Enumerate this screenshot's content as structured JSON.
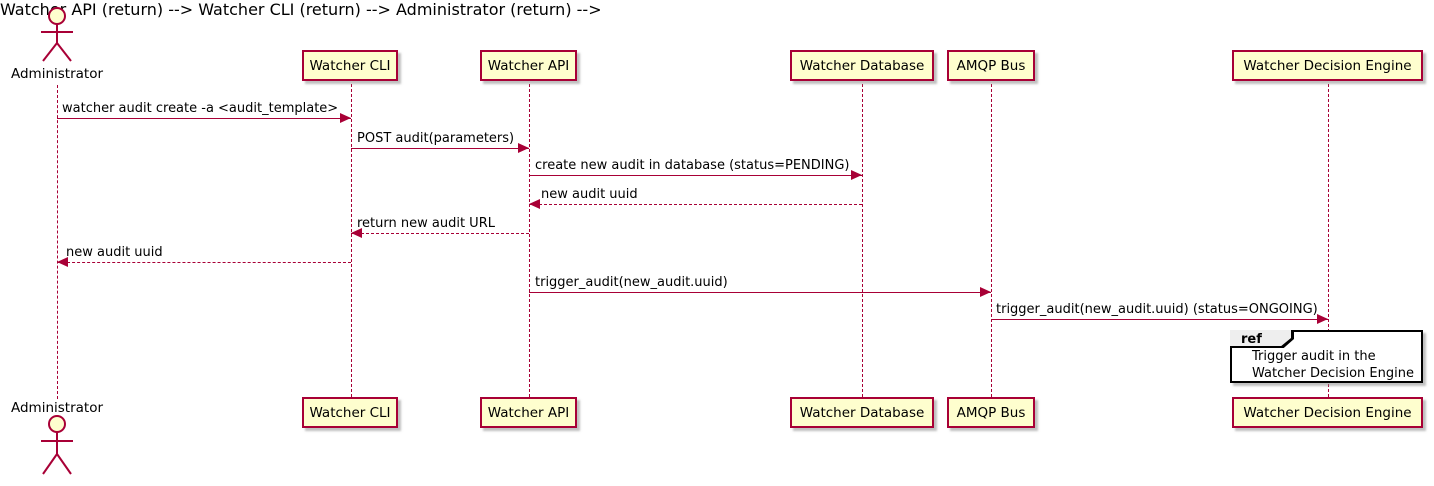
{
  "diagram": {
    "type": "sequence",
    "colors": {
      "participant_fill": "#FEFECE",
      "participant_border": "#A80036",
      "line_color": "#A80036",
      "text_color": "#000000",
      "ref_header_fill": "#EEEEEE",
      "ref_border": "#000000",
      "background": "#FFFFFF"
    },
    "actor": {
      "label": "Administrator"
    },
    "participants": [
      {
        "label": "Watcher CLI"
      },
      {
        "label": "Watcher API"
      },
      {
        "label": "Watcher Database"
      },
      {
        "label": "AMQP Bus"
      },
      {
        "label": "Watcher Decision Engine"
      }
    ],
    "messages": [
      {
        "from": "Administrator",
        "to": "Watcher CLI",
        "style": "solid",
        "label": "watcher audit create -a <audit_template>"
      },
      {
        "from": "Watcher CLI",
        "to": "Watcher API",
        "style": "solid",
        "label": "POST audit(parameters)"
      },
      {
        "from": "Watcher API",
        "to": "Watcher Database",
        "style": "solid",
        "label": "create new audit in database (status=PENDING)"
      },
      {
        "from": "Watcher Database",
        "to": "Watcher API",
        "style": "dashed",
        "label": "new audit uuid"
      },
      {
        "from": "Watcher API",
        "to": "Watcher CLI",
        "style": "dashed",
        "label": "return new audit URL"
      },
      {
        "from": "Watcher CLI",
        "to": "Administrator",
        "style": "dashed",
        "label": "new audit uuid"
      },
      {
        "from": "Watcher API",
        "to": "AMQP Bus",
        "style": "solid",
        "label": "trigger_audit(new_audit.uuid)"
      },
      {
        "from": "AMQP Bus",
        "to": "Watcher Decision Engine",
        "style": "solid",
        "label": "trigger_audit(new_audit.uuid) (status=ONGOING)"
      }
    ],
    "ref": {
      "keyword": "ref",
      "text_lines": [
        "Trigger audit in the",
        "Watcher Decision Engine"
      ]
    }
  }
}
